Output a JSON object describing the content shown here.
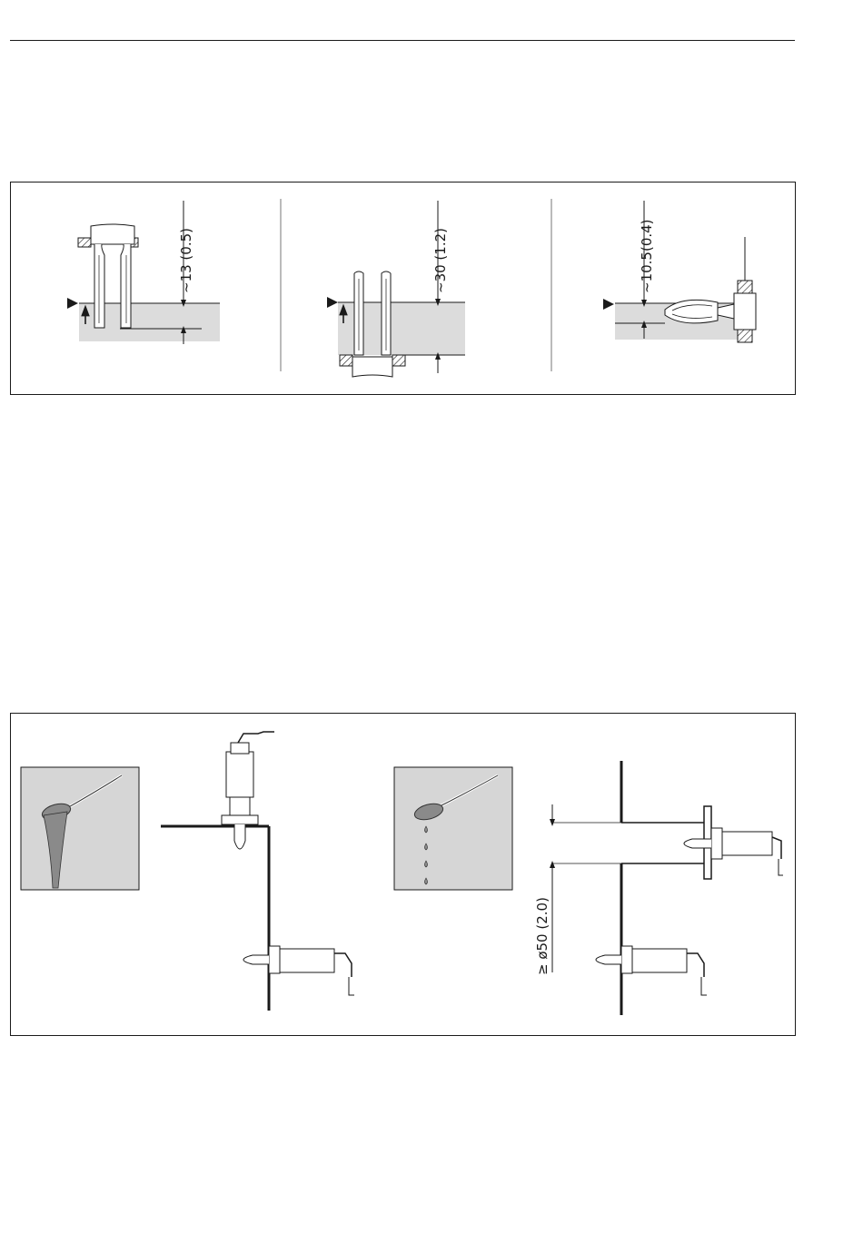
{
  "figure1": {
    "dims": [
      "~13 (0.5)",
      "~30 (1.2)",
      "~10.5(0.4)"
    ]
  },
  "figure2": {
    "dims": [
      "≥ ø50 (2.0)"
    ]
  },
  "colors": {
    "liquid": "#dcdcdc",
    "panel": "#d6d6d6",
    "line": "#1a1a1a",
    "spoon": "#8a8a8a"
  }
}
